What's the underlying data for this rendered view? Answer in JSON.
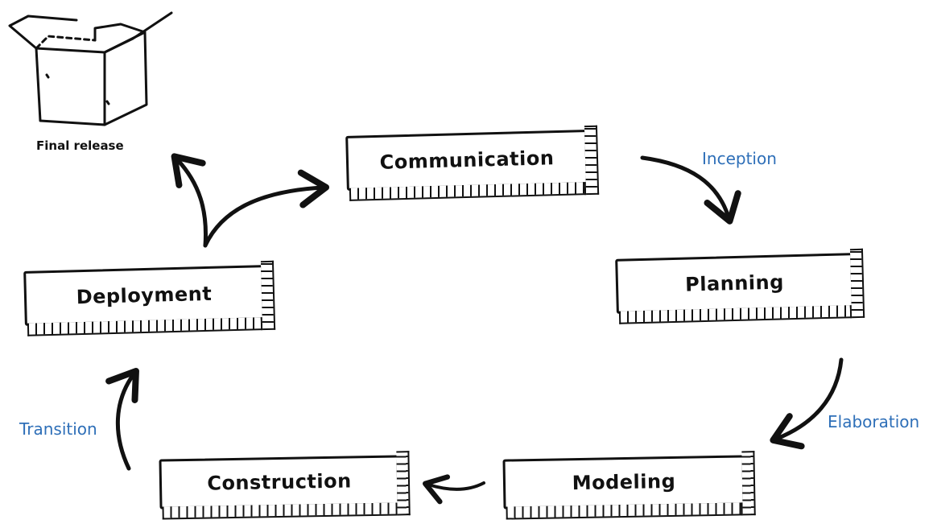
{
  "diagram": {
    "stages": {
      "communication": "Communication",
      "planning": "Planning",
      "modeling": "Modeling",
      "construction": "Construction",
      "deployment": "Deployment"
    },
    "phases": {
      "inception": "Inception",
      "elaboration": "Elaboration",
      "transition": "Transition"
    },
    "final_release": "Final release"
  },
  "colors": {
    "ink": "#111111",
    "phase_label": "#2e6fb8",
    "background": "#ffffff"
  },
  "icons": {
    "final_release": "open-box-icon",
    "flow": "curved-arrow-icon"
  }
}
